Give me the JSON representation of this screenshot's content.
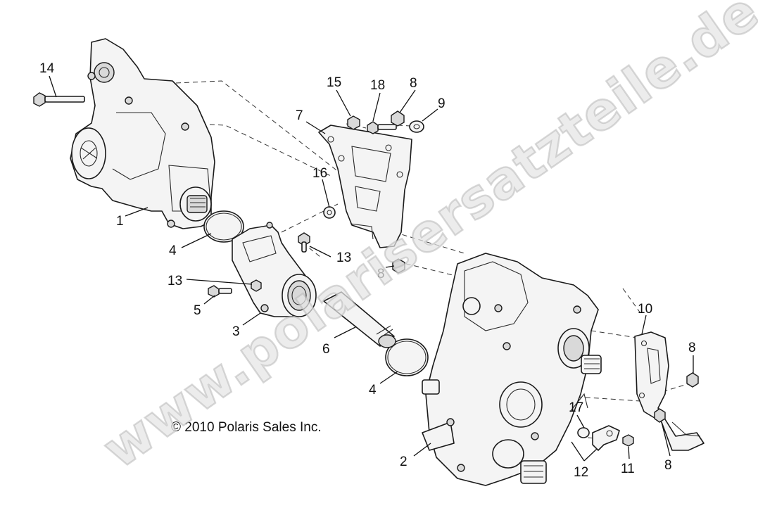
{
  "callouts": {
    "n1": "1",
    "n2": "2",
    "n3": "3",
    "n4a": "4",
    "n4b": "4",
    "n5": "5",
    "n6": "6",
    "n7": "7",
    "n8a": "8",
    "n8b": "8",
    "n8c": "8",
    "n8d": "8",
    "n9": "9",
    "n10": "10",
    "n11": "11",
    "n12": "12",
    "n13a": "13",
    "n13b": "13",
    "n14": "14",
    "n15": "15",
    "n16": "16",
    "n17": "17",
    "n18": "18"
  },
  "copyright": "© 2010 Polaris Sales Inc.",
  "watermark": "www.polarisersatzteile.de"
}
